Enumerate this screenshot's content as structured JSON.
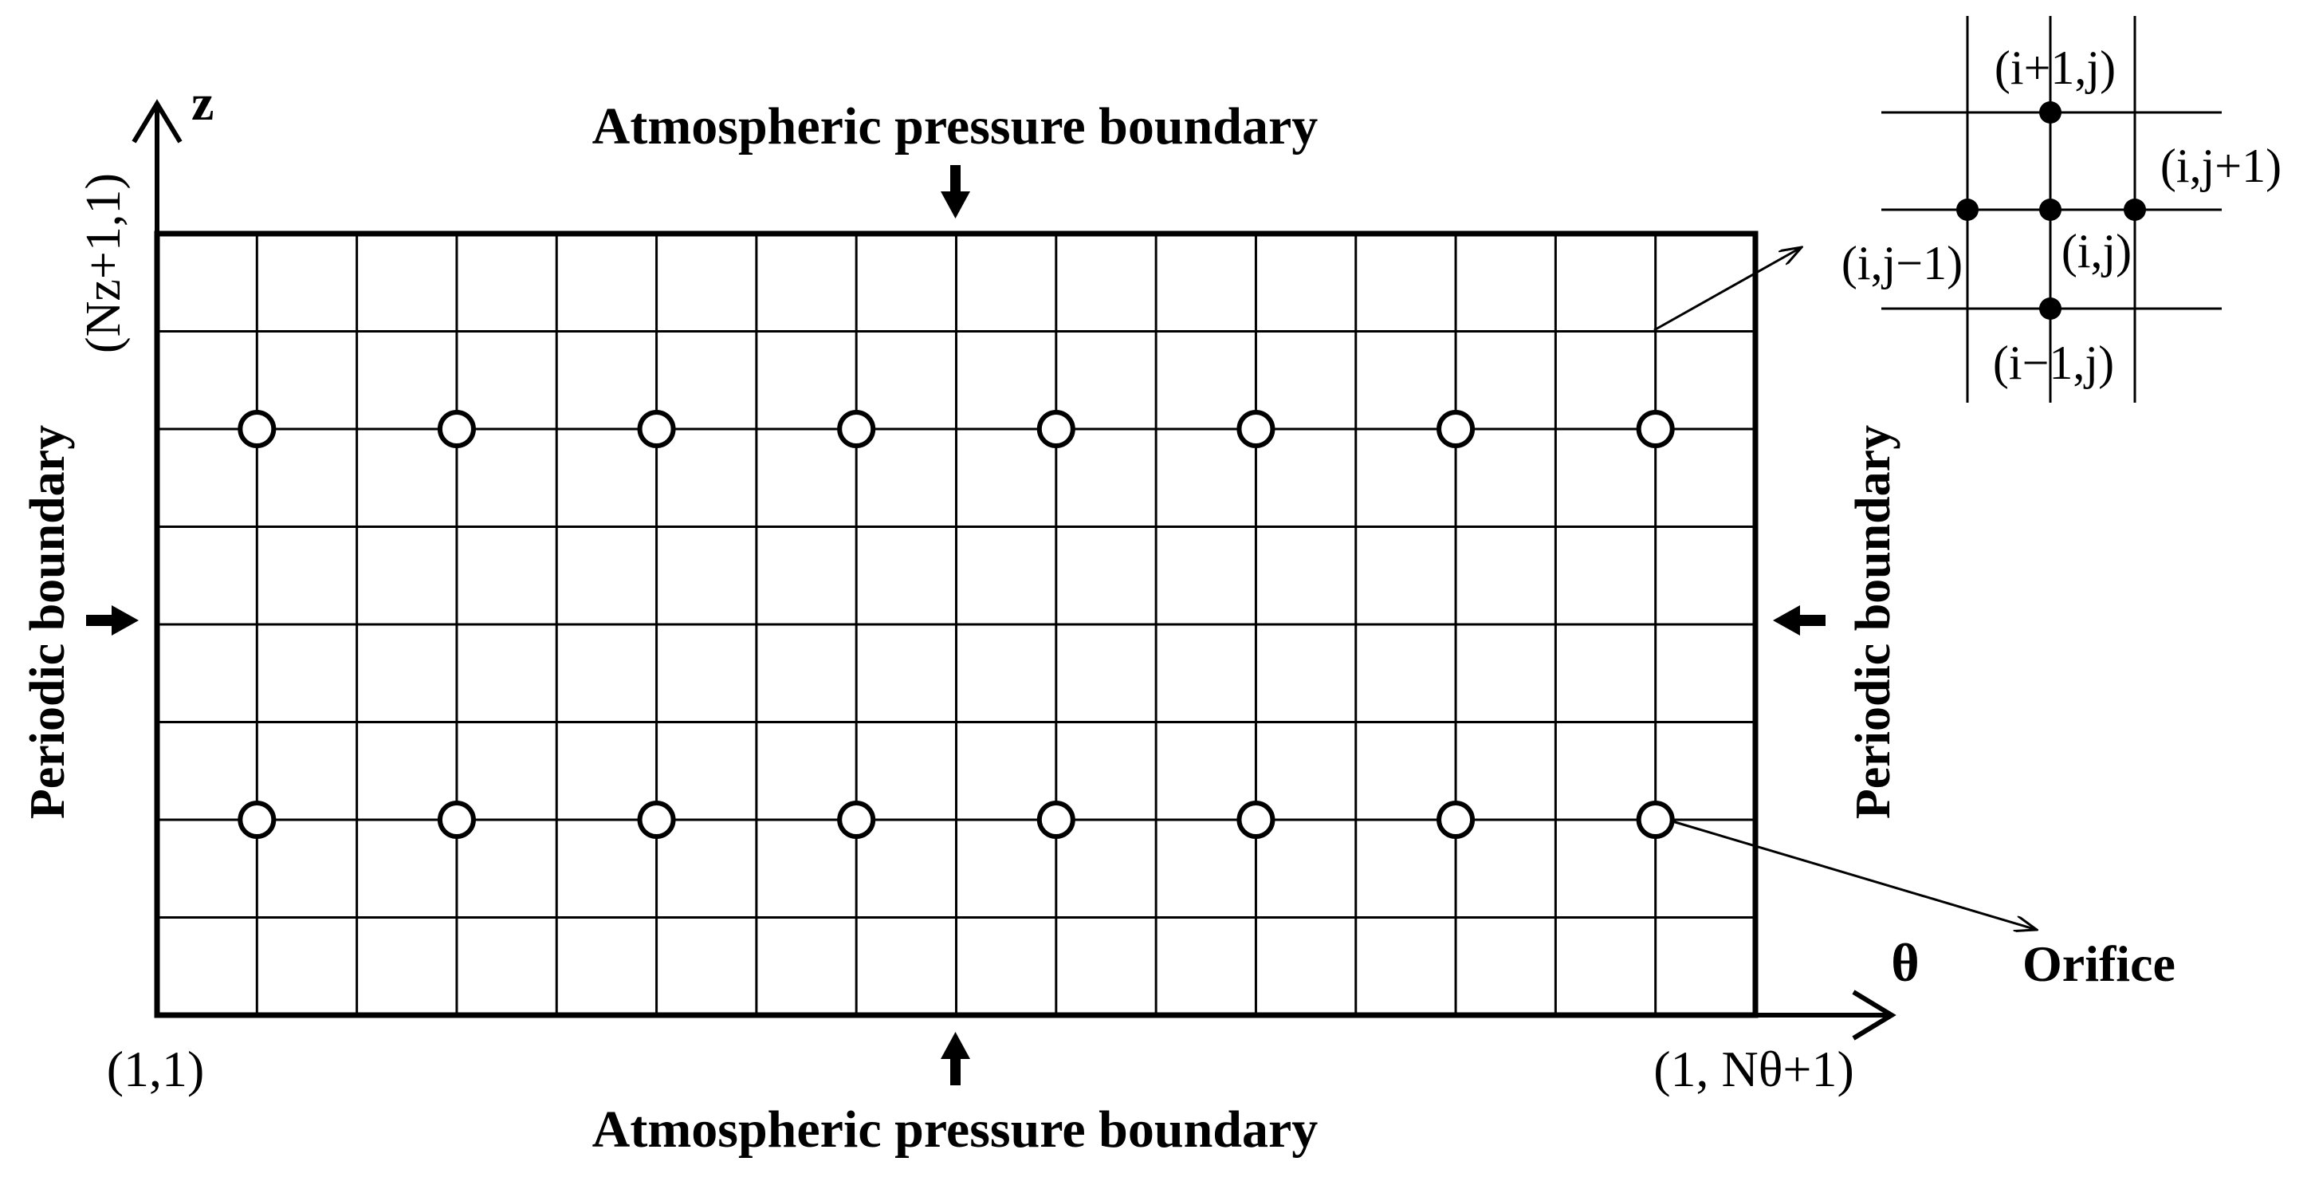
{
  "labels": {
    "top_boundary": "Atmospheric pressure boundary",
    "bottom_boundary": "Atmospheric pressure boundary",
    "left_boundary": "Periodic boundary",
    "right_boundary": "Periodic boundary",
    "z_axis": "z",
    "theta_axis": "θ",
    "orifice": "Orifice",
    "origin": "(1,1)",
    "top_left_corner": "(Nz+1,1)",
    "bottom_right_corner": "(1, Nθ+1)"
  },
  "grid": {
    "columns": 16,
    "rows": 8,
    "orifice_columns": [
      1,
      3,
      5,
      7,
      9,
      11,
      13,
      15
    ],
    "orifice_rows": [
      2,
      6
    ]
  },
  "stencil": {
    "top": "(i+1,j)",
    "right": "(i,j+1)",
    "left": "(i,j−1)",
    "center": "(i,j)",
    "bottom": "(i−1,j)"
  }
}
